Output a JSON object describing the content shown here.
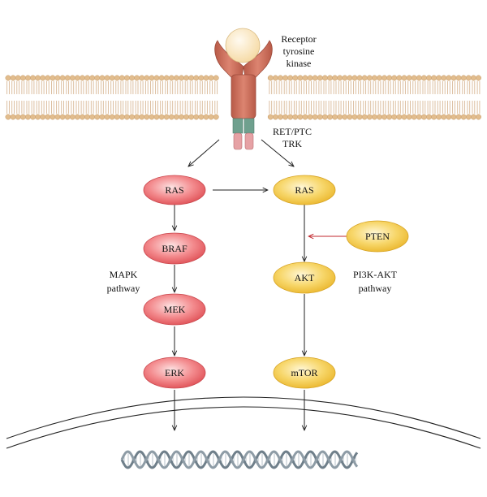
{
  "receptor": {
    "line1": "Receptor",
    "line2": "tyrosine",
    "line3": "kinase"
  },
  "fusion": {
    "line1": "RET/PTC",
    "line2": "TRK"
  },
  "mapk": {
    "label_line1": "MAPK",
    "label_line2": "pathway",
    "nodes": {
      "ras": "RAS",
      "braf": "BRAF",
      "mek": "MEK",
      "erk": "ERK"
    }
  },
  "pi3k": {
    "label_line1": "PI3K-AKT",
    "label_line2": "pathway",
    "nodes": {
      "ras": "RAS",
      "akt": "AKT",
      "mtor": "mTOR"
    }
  },
  "pten": "PTEN",
  "colors": {
    "mapk_fill": "#e8545a",
    "mapk_light": "#fbd2d2",
    "pi3k_fill": "#f2c43c",
    "pi3k_light": "#fdf0c0",
    "inhibition_arrow": "#c0272d",
    "receptor_body": "#cd6f5b",
    "ligand": "#f8e0aa",
    "membrane_head": "#e2bd8e"
  }
}
